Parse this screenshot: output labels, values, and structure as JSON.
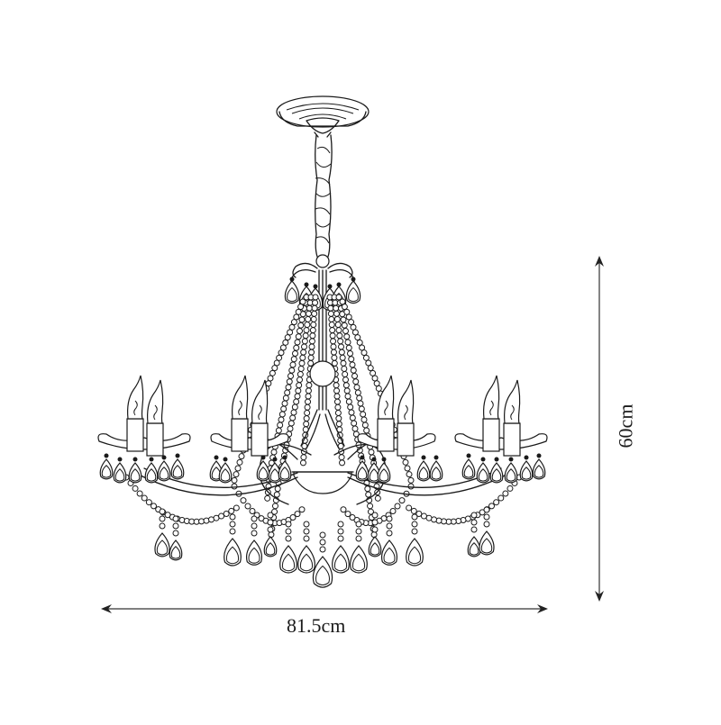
{
  "figure": {
    "subject": "crystal candle chandelier line drawing",
    "style": "black line art on white background",
    "line_color": "#1a1a1a",
    "background_color": "#ffffff"
  },
  "dimensions": {
    "width": {
      "label": "81.5cm",
      "value": 81.5,
      "unit": "cm",
      "orientation": "horizontal"
    },
    "height": {
      "label": "60cm",
      "value": 60,
      "unit": "cm",
      "orientation": "vertical"
    }
  },
  "components": {
    "ceiling_canopy": "canopy",
    "chain": "twisted chain",
    "crown": "scroll crown with crystal drops",
    "candle_groups": [
      {
        "position": "far-left",
        "candles": 2
      },
      {
        "position": "inner-left",
        "candles": 2
      },
      {
        "position": "inner-right",
        "candles": 2
      },
      {
        "position": "far-right",
        "candles": 2
      }
    ],
    "total_candles": 8
  }
}
